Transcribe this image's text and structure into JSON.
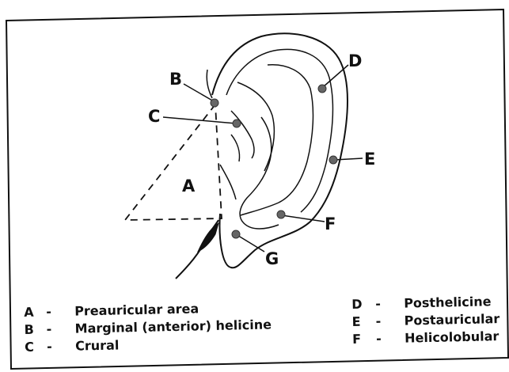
{
  "diagram": {
    "area_label": "A",
    "points": [
      {
        "key": "B",
        "label": "B"
      },
      {
        "key": "C",
        "label": "C"
      },
      {
        "key": "D",
        "label": "D"
      },
      {
        "key": "E",
        "label": "E"
      },
      {
        "key": "F",
        "label": "F"
      },
      {
        "key": "G",
        "label": "G"
      }
    ]
  },
  "legend": {
    "left": [
      {
        "key": "A",
        "dash": "-",
        "text": "Preauricular area"
      },
      {
        "key": "B",
        "dash": "-",
        "text": "Marginal (anterior) helicine"
      },
      {
        "key": "C",
        "dash": "-",
        "text": "Crural"
      }
    ],
    "right": [
      {
        "key": "D",
        "dash": "-",
        "text": "Posthelicine"
      },
      {
        "key": "E",
        "dash": "-",
        "text": "Postauricular"
      },
      {
        "key": "F",
        "dash": "-",
        "text": "Helicolobular"
      }
    ]
  },
  "colors": {
    "ink": "#111111",
    "point_fill": "#666666"
  }
}
